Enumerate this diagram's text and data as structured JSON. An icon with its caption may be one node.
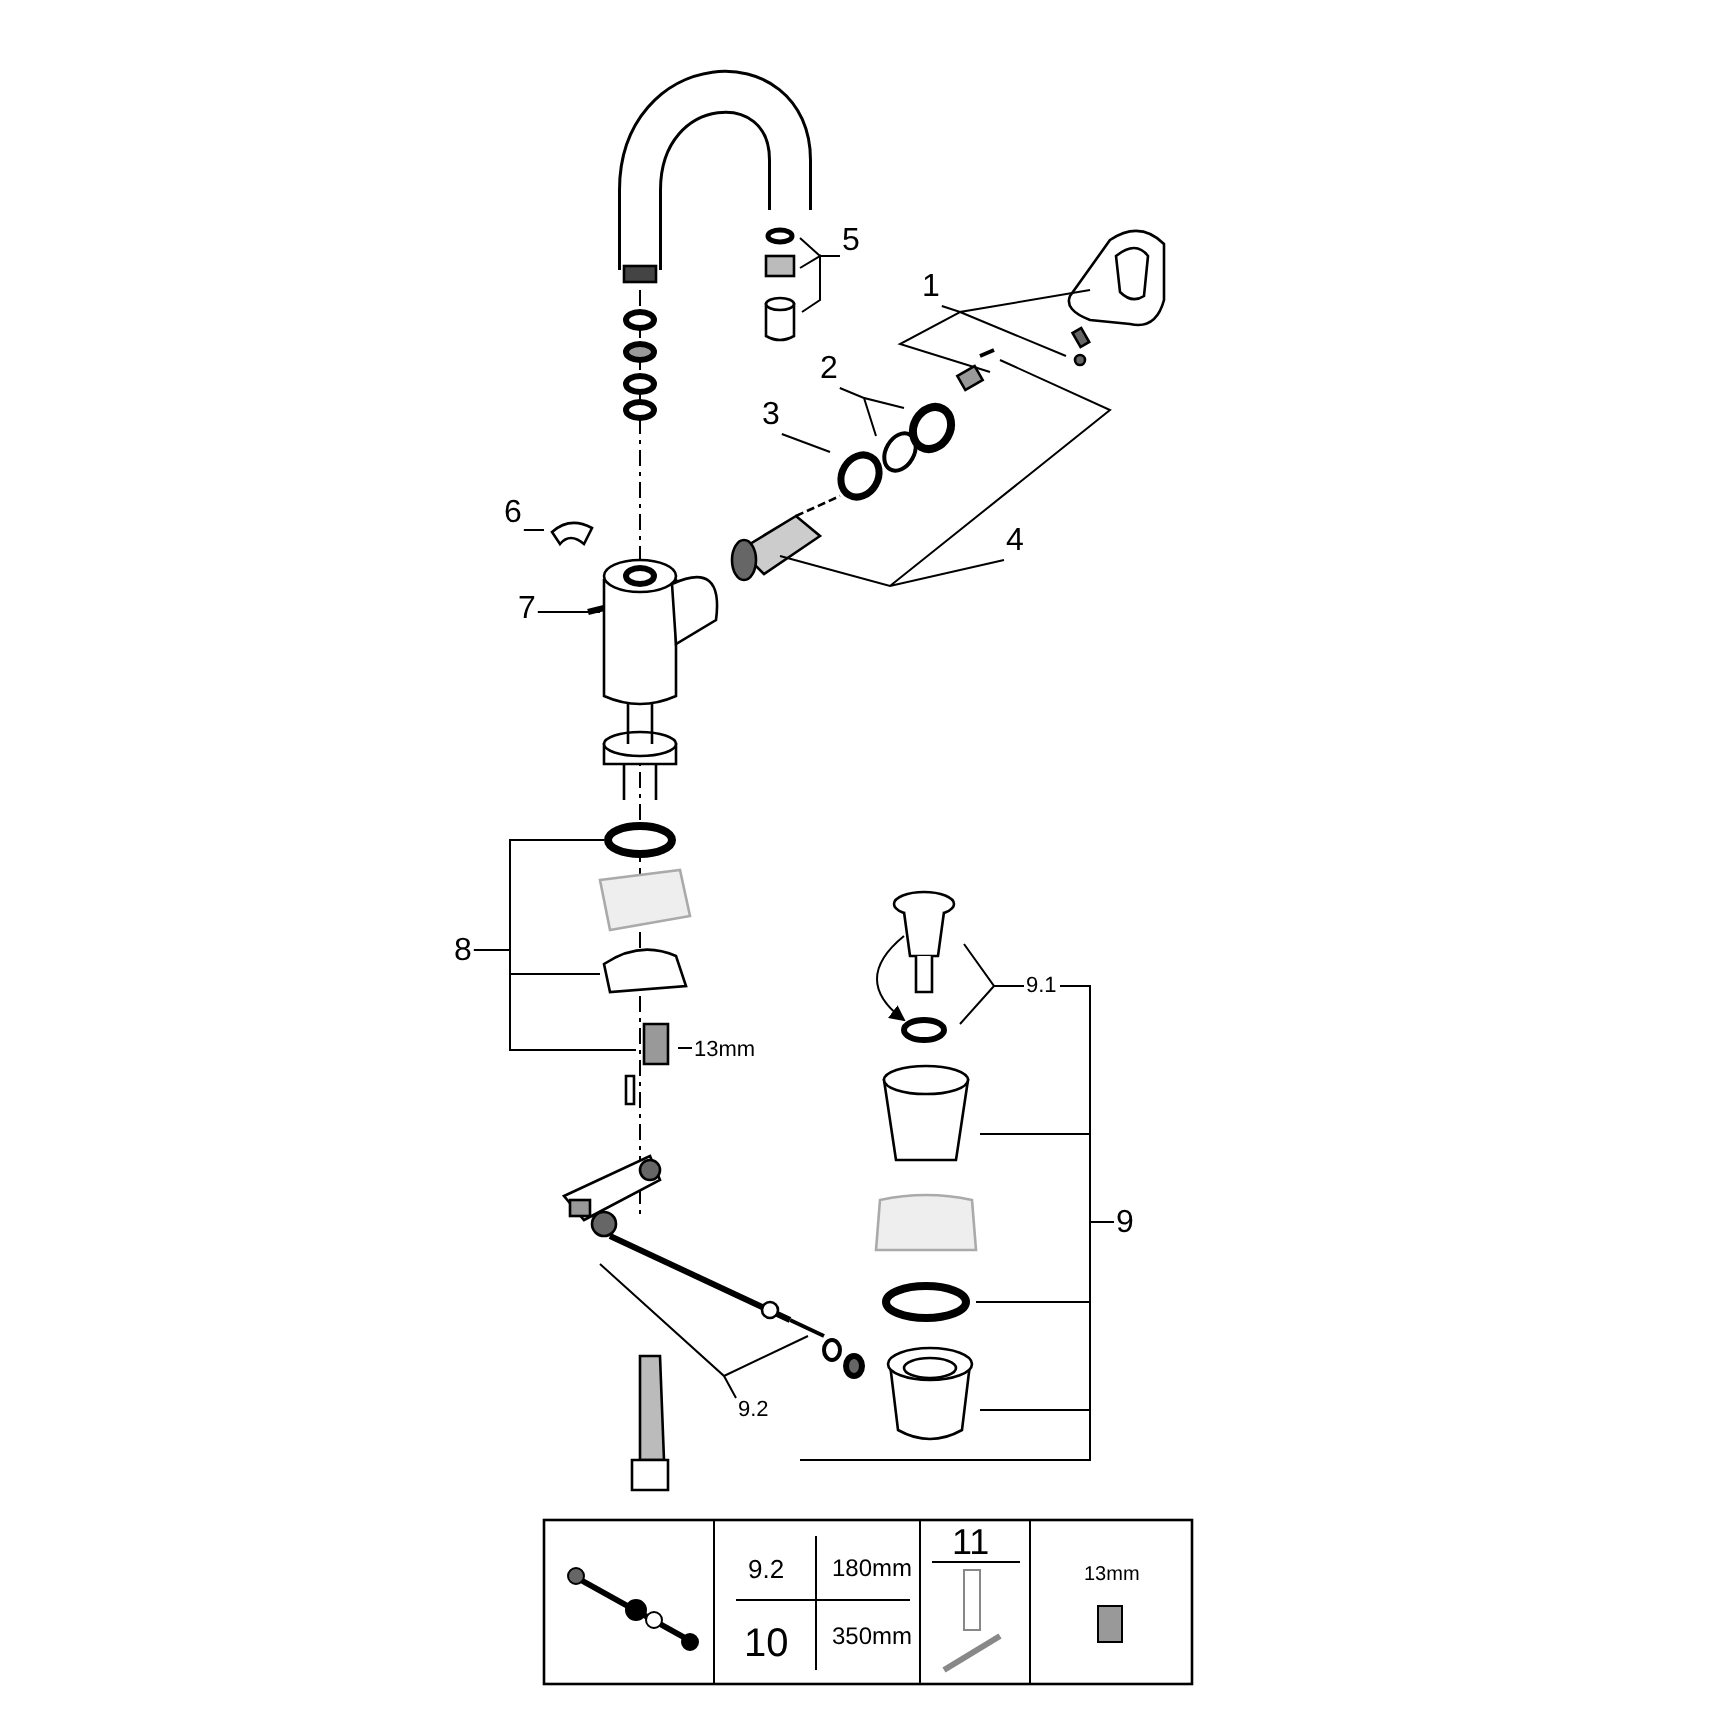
{
  "diagram": {
    "nodes": [
      {
        "text": [
          "5"
        ]
      },
      {
        "text": [
          "1"
        ]
      },
      {
        "text": [
          "2"
        ]
      },
      {
        "text": [
          "3"
        ]
      },
      {
        "text": [
          "6"
        ]
      },
      {
        "text": [
          "4"
        ]
      },
      {
        "text": [
          "7"
        ]
      },
      {
        "text": [
          "8"
        ]
      },
      {
        "text": [
          "9.1"
        ]
      },
      {
        "text": [
          "13mm"
        ]
      },
      {
        "text": [
          "9"
        ]
      },
      {
        "text": [
          "9.2"
        ]
      }
    ],
    "edges": [
      {
        "from": 0,
        "to": null,
        "arrow": "none"
      },
      {
        "from": 1,
        "to": null,
        "arrow": "none"
      },
      {
        "from": 2,
        "to": null,
        "arrow": "none"
      },
      {
        "from": 3,
        "to": null,
        "arrow": "none"
      },
      {
        "from": 4,
        "to": null,
        "arrow": "none"
      },
      {
        "from": 5,
        "to": null,
        "arrow": "none"
      },
      {
        "from": 6,
        "to": null,
        "arrow": "none"
      },
      {
        "from": 7,
        "to": null,
        "arrow": "none"
      },
      {
        "from": 8,
        "to": null,
        "arrow": "none"
      },
      {
        "from": 9,
        "to": null,
        "arrow": "none"
      },
      {
        "from": 10,
        "to": null,
        "arrow": "none"
      },
      {
        "from": 11,
        "to": null,
        "arrow": "none"
      }
    ],
    "labels": [
      "9.2",
      "180mm",
      "10",
      "350mm",
      "11",
      "13mm"
    ]
  }
}
